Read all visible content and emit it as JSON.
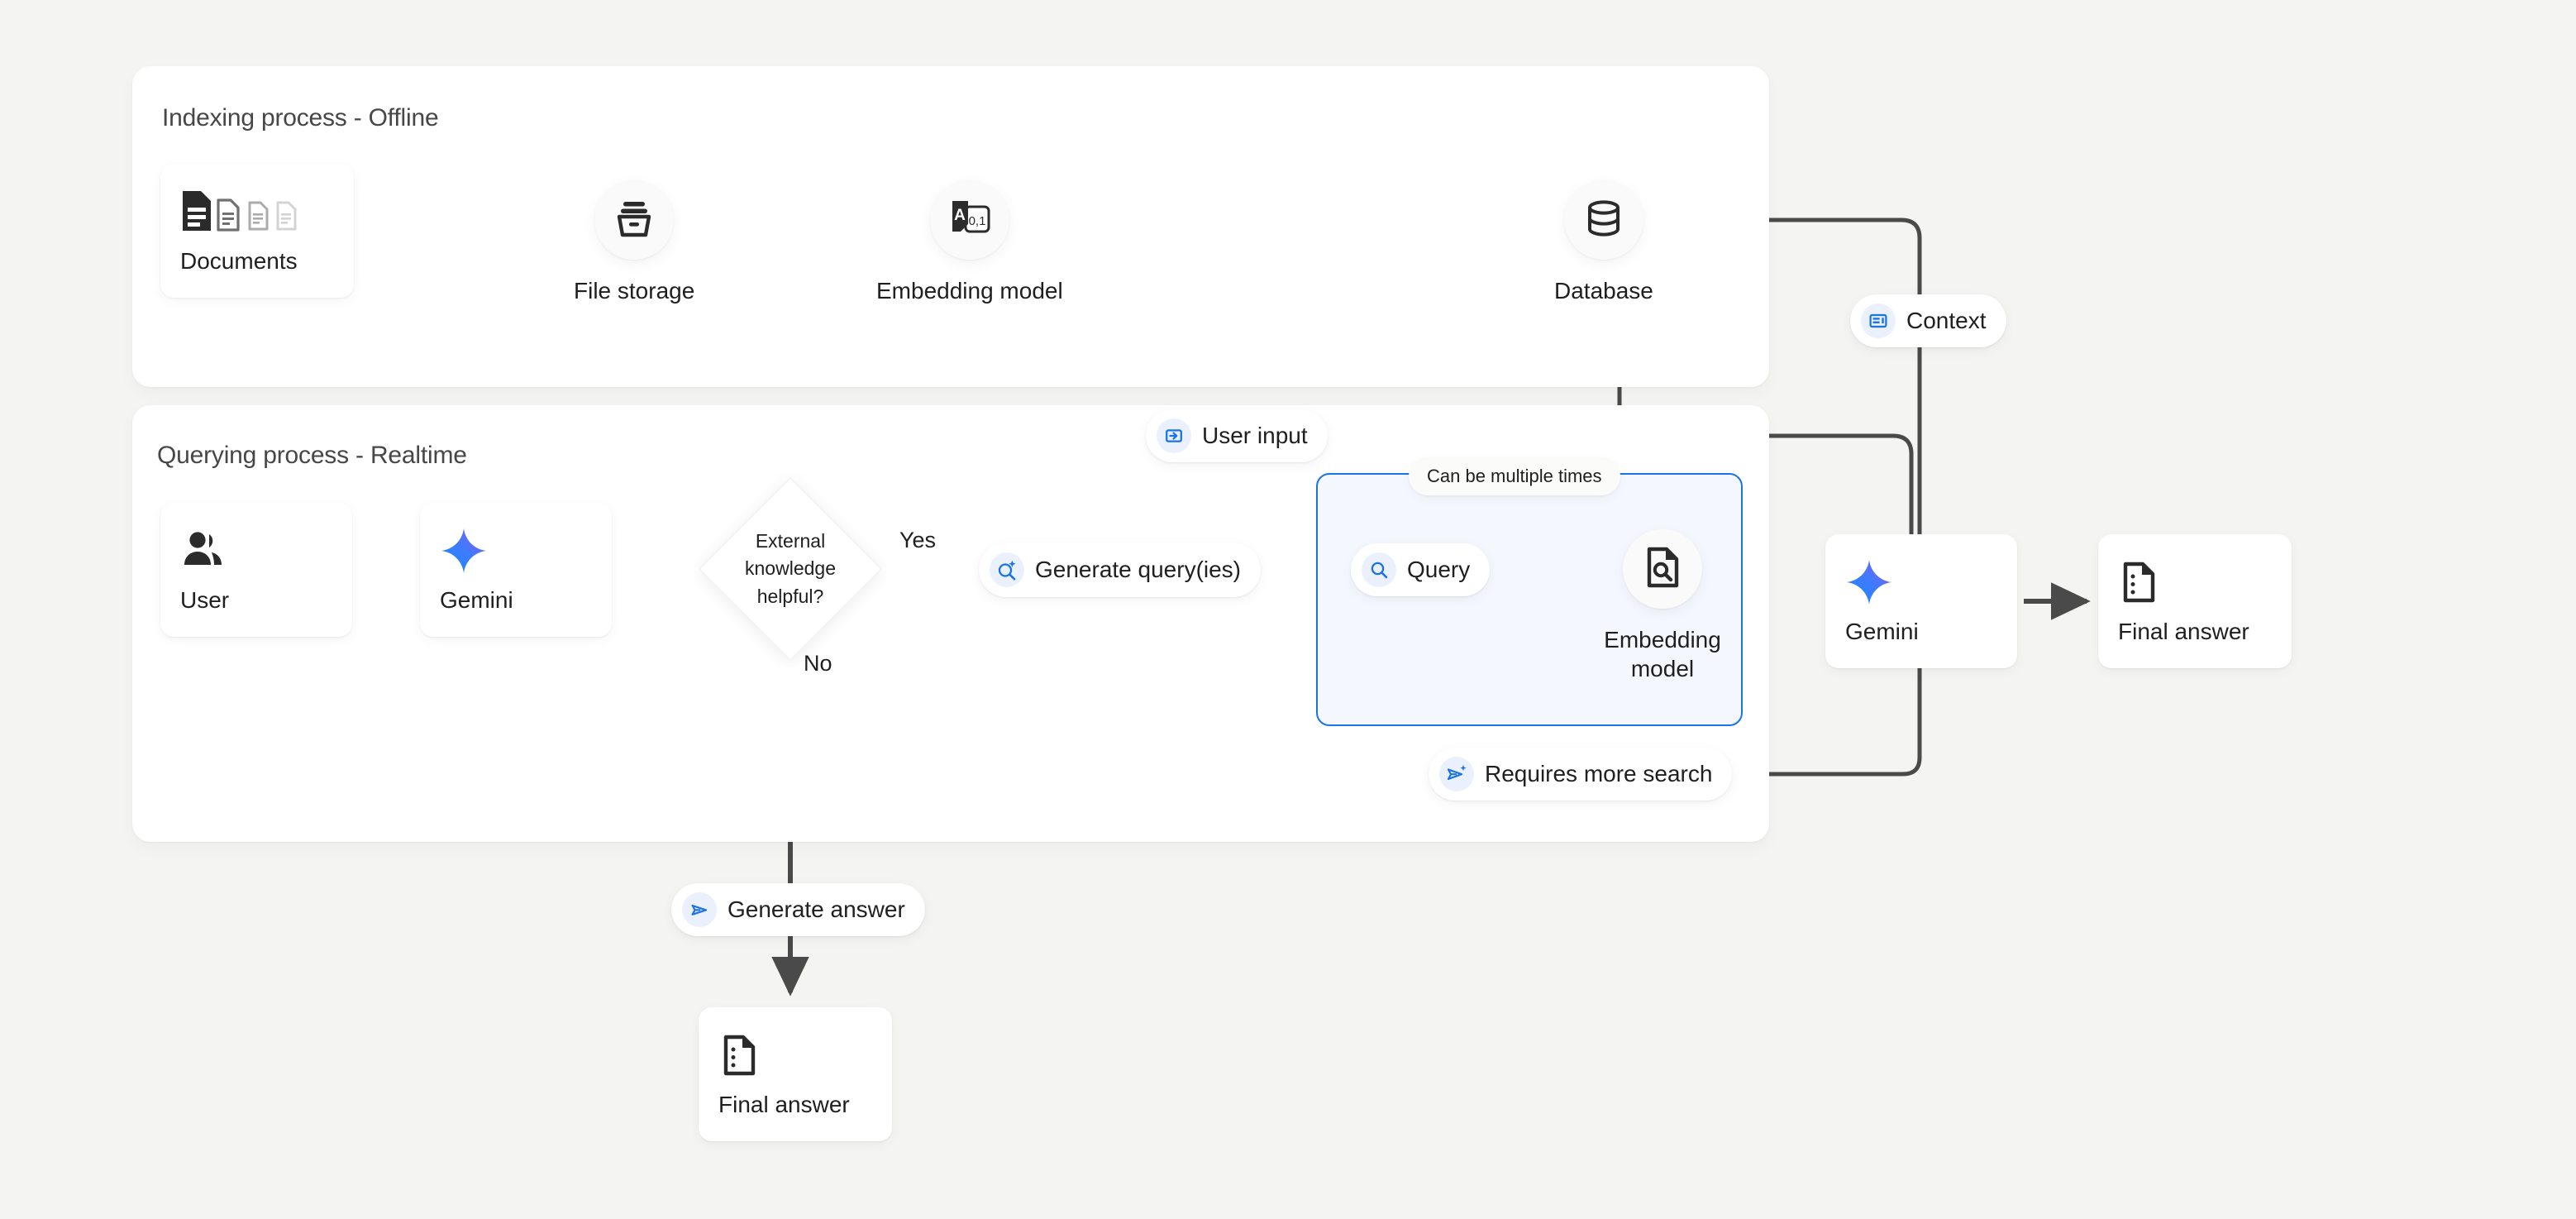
{
  "canvas": {
    "background": "#f4f4f2",
    "accent_blue": "#1a73e8",
    "loop_fill": "#f4f8fe",
    "text": "#1f1f1f",
    "line": "#4a4a4a"
  },
  "indexing_panel": {
    "title": "Indexing process - Offline",
    "documents_card": {
      "label": "Documents",
      "icon": "documents-stack-icon"
    },
    "file_storage": {
      "label": "File storage",
      "icon": "archive-box-icon"
    },
    "embedding_model": {
      "label": "Embedding model",
      "icon": "text-to-vector-icon",
      "icon_text_a": "A",
      "icon_text_vec": "0,1"
    },
    "database": {
      "label": "Database",
      "icon": "database-cylinder-icon"
    }
  },
  "querying_panel": {
    "title": "Querying process - Realtime",
    "user_card": {
      "label": "User",
      "icon": "people-icon"
    },
    "gemini_card": {
      "label": "Gemini",
      "icon": "gemini-sparkle-icon"
    },
    "decision": {
      "line1": "External",
      "line2": "knowledge",
      "line3": "helpful?"
    },
    "branch_yes": "Yes",
    "branch_no": "No",
    "generate_queries_pill": {
      "label": "Generate query(ies)",
      "icon": "search-sparkle-icon"
    },
    "loop_note": "Can be multiple times",
    "query_pill": {
      "label": "Query",
      "icon": "search-icon"
    },
    "loop_embedding_model": {
      "label_line1": "Embedding",
      "label_line2": "model",
      "icon": "document-search-icon"
    },
    "requires_more_search_pill": {
      "label": "Requires more search",
      "icon": "send-sparkle-icon"
    },
    "user_input_pill": {
      "label": "User input",
      "icon": "login-arrow-icon"
    }
  },
  "right_column": {
    "context_pill": {
      "label": "Context",
      "icon": "article-panel-icon"
    },
    "gemini_card": {
      "label": "Gemini",
      "icon": "gemini-sparkle-icon"
    },
    "final_answer_card": {
      "label": "Final answer",
      "icon": "document-bullets-icon"
    }
  },
  "bottom_branch": {
    "generate_answer_pill": {
      "label": "Generate answer",
      "icon": "send-icon"
    },
    "final_answer_card": {
      "label": "Final answer",
      "icon": "document-bullets-icon"
    }
  }
}
